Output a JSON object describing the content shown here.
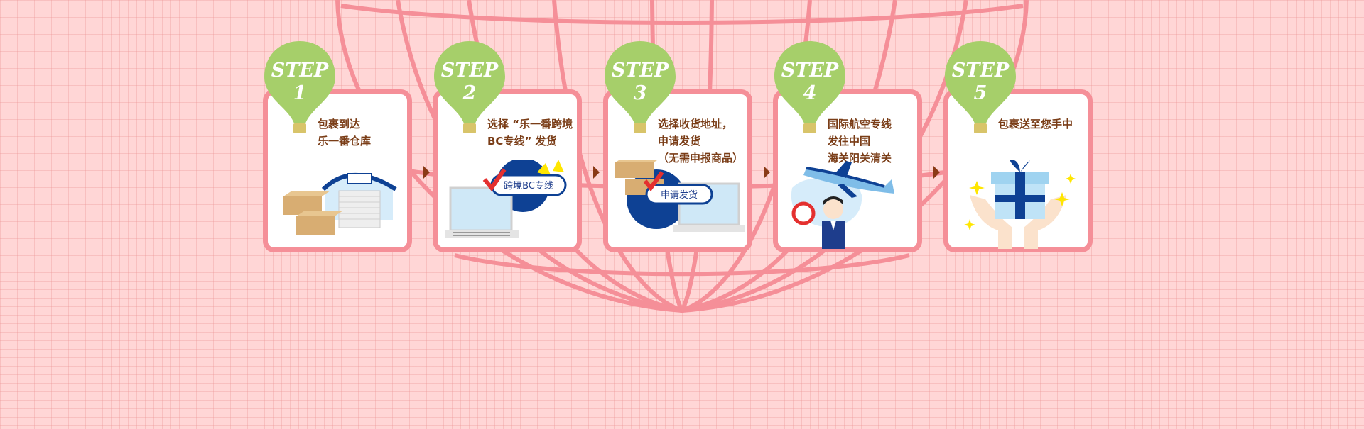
{
  "steps": [
    {
      "label_top": "STEP",
      "number": "1",
      "lines": [
        "包裹到达",
        "乐一番仓库"
      ]
    },
    {
      "label_top": "STEP",
      "number": "2",
      "lines": [
        "选择 “乐一番跨境",
        "BC专线” 发货"
      ],
      "tag": "跨境BC专线"
    },
    {
      "label_top": "STEP",
      "number": "3",
      "lines": [
        "选择收货地址，",
        "申请发货",
        "（无需申报商品）"
      ],
      "tag": "申请发货"
    },
    {
      "label_top": "STEP",
      "number": "4",
      "lines": [
        "国际航空专线",
        "发往中国",
        "海关阳关清关"
      ]
    },
    {
      "label_top": "STEP",
      "number": "5",
      "lines": [
        "包裹送至您手中"
      ]
    }
  ],
  "colors": {
    "background": "#ffd6d6",
    "card_border": "#f58f98",
    "pin_green": "#a6cf6a",
    "text_brown": "#7a3d17",
    "accent_blue": "#0e4194"
  }
}
